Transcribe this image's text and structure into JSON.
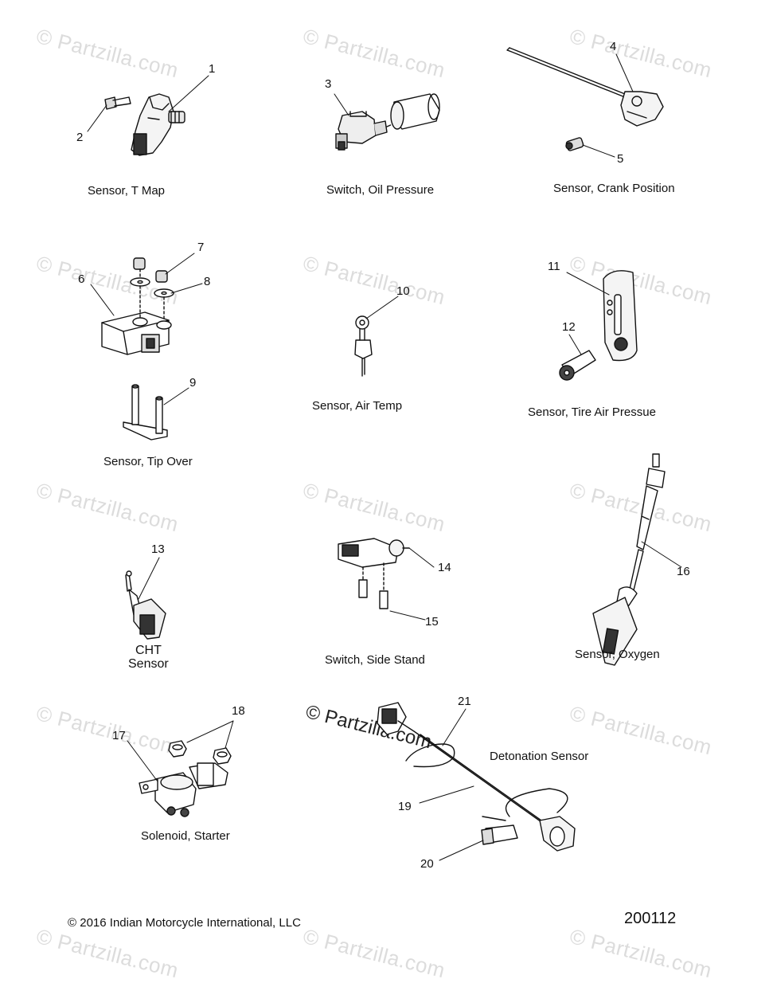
{
  "watermark": {
    "text": "© Partzilla.com"
  },
  "captions": {
    "c1": "Sensor, T Map",
    "c2": "Switch, Oil Pressure",
    "c3": "Sensor, Crank Position",
    "c4": "Sensor, Tip Over",
    "c5": "Sensor, Air Temp",
    "c6": "Sensor, Tire Air Pressue",
    "c7a": "CHT",
    "c7b": "Sensor",
    "c8": "Switch, Side Stand",
    "c9": "Sensor, Oxygen",
    "c10": "Solenoid, Starter",
    "c11": "Detonation Sensor"
  },
  "callouts": [
    "1",
    "2",
    "3",
    "4",
    "5",
    "6",
    "7",
    "8",
    "9",
    "10",
    "11",
    "12",
    "13",
    "14",
    "15",
    "16",
    "17",
    "18",
    "19",
    "20",
    "21"
  ],
  "footer": {
    "copyright_symbol": "©",
    "copyright": "2016 Indian Motorcycle International, LLC",
    "part_number": "200112"
  }
}
